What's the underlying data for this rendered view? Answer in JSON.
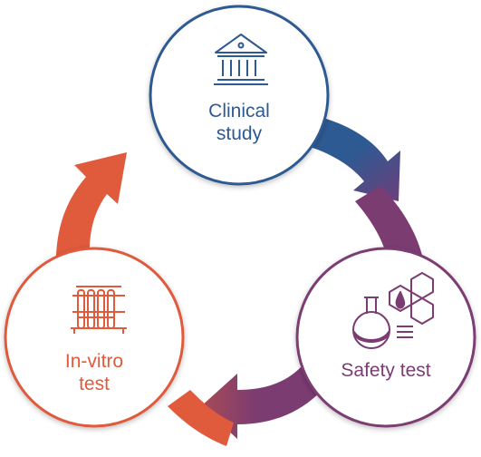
{
  "nodes": [
    {
      "id": "clinical",
      "lines": [
        "Clinical",
        "study"
      ],
      "icon": "bank-building-icon",
      "color": "#2e5a93"
    },
    {
      "id": "safety",
      "lines": [
        "Safety test"
      ],
      "icon": "chemistry-flask-molecule-icon",
      "color": "#7b3c72"
    },
    {
      "id": "invitro",
      "lines": [
        "In-vitro",
        "test"
      ],
      "icon": "test-tubes-rack-icon",
      "color": "#e05a3c"
    }
  ],
  "arrows": [
    {
      "from": "clinical",
      "to": "safety",
      "color_start": "#2e5a93",
      "color_end": "#7b3c72"
    },
    {
      "from": "safety",
      "to": "invitro",
      "color_start": "#7b3c72",
      "color_end": "#e05a3c"
    },
    {
      "from": "invitro",
      "to": "clinical",
      "color_start": "#e05a3c",
      "color_end": "#e05a3c"
    }
  ]
}
